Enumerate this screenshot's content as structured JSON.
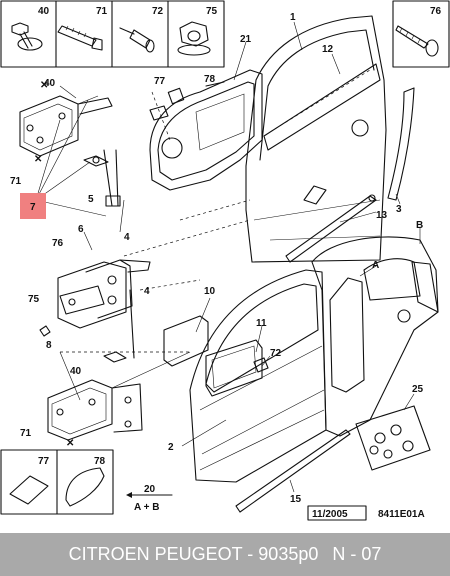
{
  "top_boxes": [
    {
      "number": "40"
    },
    {
      "number": "71"
    },
    {
      "number": "72"
    },
    {
      "number": "75"
    },
    {
      "number": "76"
    }
  ],
  "callouts": {
    "n1": "1",
    "n2": "2",
    "n3": "3",
    "n4a": "4",
    "n4b": "4",
    "n5": "5",
    "n6": "6",
    "n7": "7",
    "n8": "8",
    "n10": "10",
    "n11": "11",
    "n12": "12",
    "n13": "13",
    "n15": "15",
    "n21": "21",
    "n25": "25",
    "n40a": "40",
    "n40b": "40",
    "n71a": "71",
    "n71b": "71",
    "n72": "72",
    "n75": "75",
    "n76": "76",
    "n77": "77",
    "n78": "78",
    "nA": "A",
    "nB": "B"
  },
  "bottom_boxes": {
    "left": "77",
    "right": "78"
  },
  "group_label": {
    "number": "20",
    "formula": "A + B"
  },
  "date_code": "11/2005",
  "figure_code": "8411E01A",
  "footer": {
    "title": "CITROEN PEUGEOT - 9035p0",
    "page": "N - 07"
  },
  "colors": {
    "highlight": "#f08080",
    "footer_bg": "#a9a9a9",
    "footer_text": "#ffffff"
  }
}
